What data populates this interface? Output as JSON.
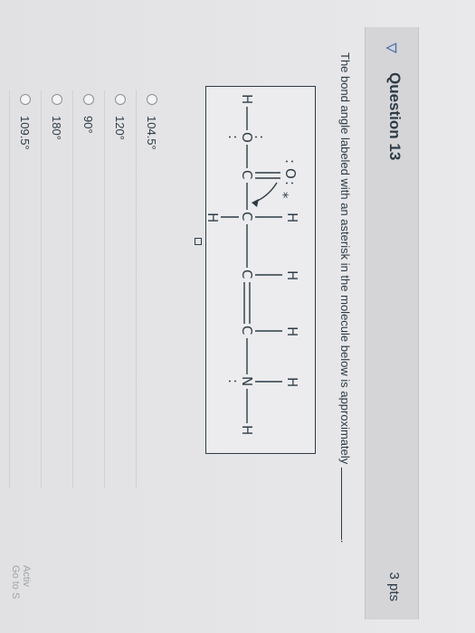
{
  "question": {
    "title": "Question 13",
    "points": "3 pts",
    "text_before_blank": "The bond angle labeled with an asterisk in the molecule below is approximately",
    "text_after_blank": "."
  },
  "molecule": {
    "atoms": [
      "H",
      "O",
      "C",
      "O",
      "C",
      "C",
      "C",
      "N",
      "H",
      "H",
      "H",
      "H",
      "H"
    ],
    "lone_pairs": ":",
    "marker": "*"
  },
  "answers": [
    {
      "label": "104.5°"
    },
    {
      "label": "120°"
    },
    {
      "label": "90°"
    },
    {
      "label": "180°"
    },
    {
      "label": "109.5°"
    }
  ],
  "watermark": {
    "line1": "Activ",
    "line2": "Go to S"
  }
}
